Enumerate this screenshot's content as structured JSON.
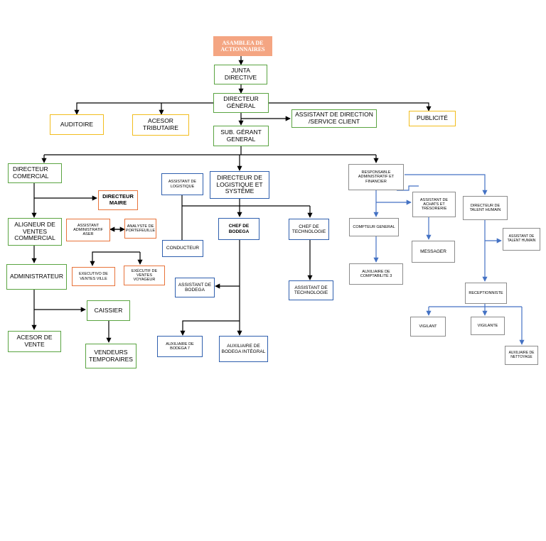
{
  "nodes": {
    "asamblea": "ASAMBLEA DE ACTIONNAIRES",
    "junta": "JUNTA DIRECTIVE",
    "directeur_general": "DIRECTEUR GÉNÉRAL",
    "auditoire": "AUDITOIRE",
    "acesor_tributaire": "ACESOR TRIBUTAIRE",
    "assistant_direction": "ASSISTANT DE DIRECTION /SERVICE CLIENT",
    "publicite": "PUBLICITÉ",
    "sub_gerant": "SUB. GÉRANT GENERAL",
    "directeur_comercial": "DIRECTEUR COMERCIAL",
    "directeur_maire": "DIRECTEUR MAIRE",
    "aligneur": "ALIGNEUR DE VENTES COMMERCIAL",
    "assistant_administratif_aser": "ASSISTANT ADMINISTRATIF ASER",
    "analyste": "ANALYSTE DE PORTEFEUILLE",
    "executivo": "EXECUTIVO DE VENTES VILLE",
    "executif_voyageur": "EXÉCUTIF DE VENTES VOYAGEUR",
    "administrateur": "ADMINISTRATEUR",
    "caissier": "CAISSIER",
    "acesor_vente": "ACESOR DE VENTE",
    "vendeurs": "VENDEURS TEMPORAIRES",
    "assistant_logistique": "ASSISTANT DE LOGISTIQUE",
    "directeur_logistique": "DIRECTEUR DE LOGISTIQUE ET SYSTÈME",
    "conducteur": "CONDUCTEUR",
    "chef_bodega": "CHEF DE BODEGA",
    "chef_technologie": "CHEF DE TECHNOLOGIE",
    "assistant_bodega": "ASSISTANT DE BODEGA",
    "assistant_technologie": "ASSISTANT DE TECHNOLOGIE",
    "auxiliaire_bodega7": "AUXILIAIRE DE BODEGA 7",
    "auxiliaire_bodega_integral": "AUXILIAIRE DE BODEGA INTÉGRAL",
    "responsable_admin": "RESPONSABLE ADMINISTRATIF ET FINANCIER",
    "assistant_achats": "ASSISTANT DE ACHATS ET TRÉSORERIE",
    "directeur_talent": "DIRECTEUR DE TALENT HUMAIN",
    "compteur_general": "COMPTEUR GENERAL",
    "messager": "MESSAGER",
    "assistant_talent": "ASSISTANT DE TALENT HUMAIN",
    "auxiliaire_comptabilite": "AUXILIAIRE DE COMPTABILITÉ 3",
    "receptionniste": "RECEPTIONNISTE",
    "vigilant": "VIGILANT",
    "vigilante": "VIGILANTE",
    "auxiliaire_nettoyage": "AUXILIAIRE DE NETTOYAGE"
  },
  "colors": {
    "header_fill": "#f4a582",
    "green_border": "#5aa441",
    "yellow_border": "#f2bd1d",
    "orange_border": "#e8733a",
    "blue_border": "#2f5fae",
    "gray_border": "#8c8c8c",
    "black_connector": "#000000",
    "blue_connector": "#4472c4"
  }
}
